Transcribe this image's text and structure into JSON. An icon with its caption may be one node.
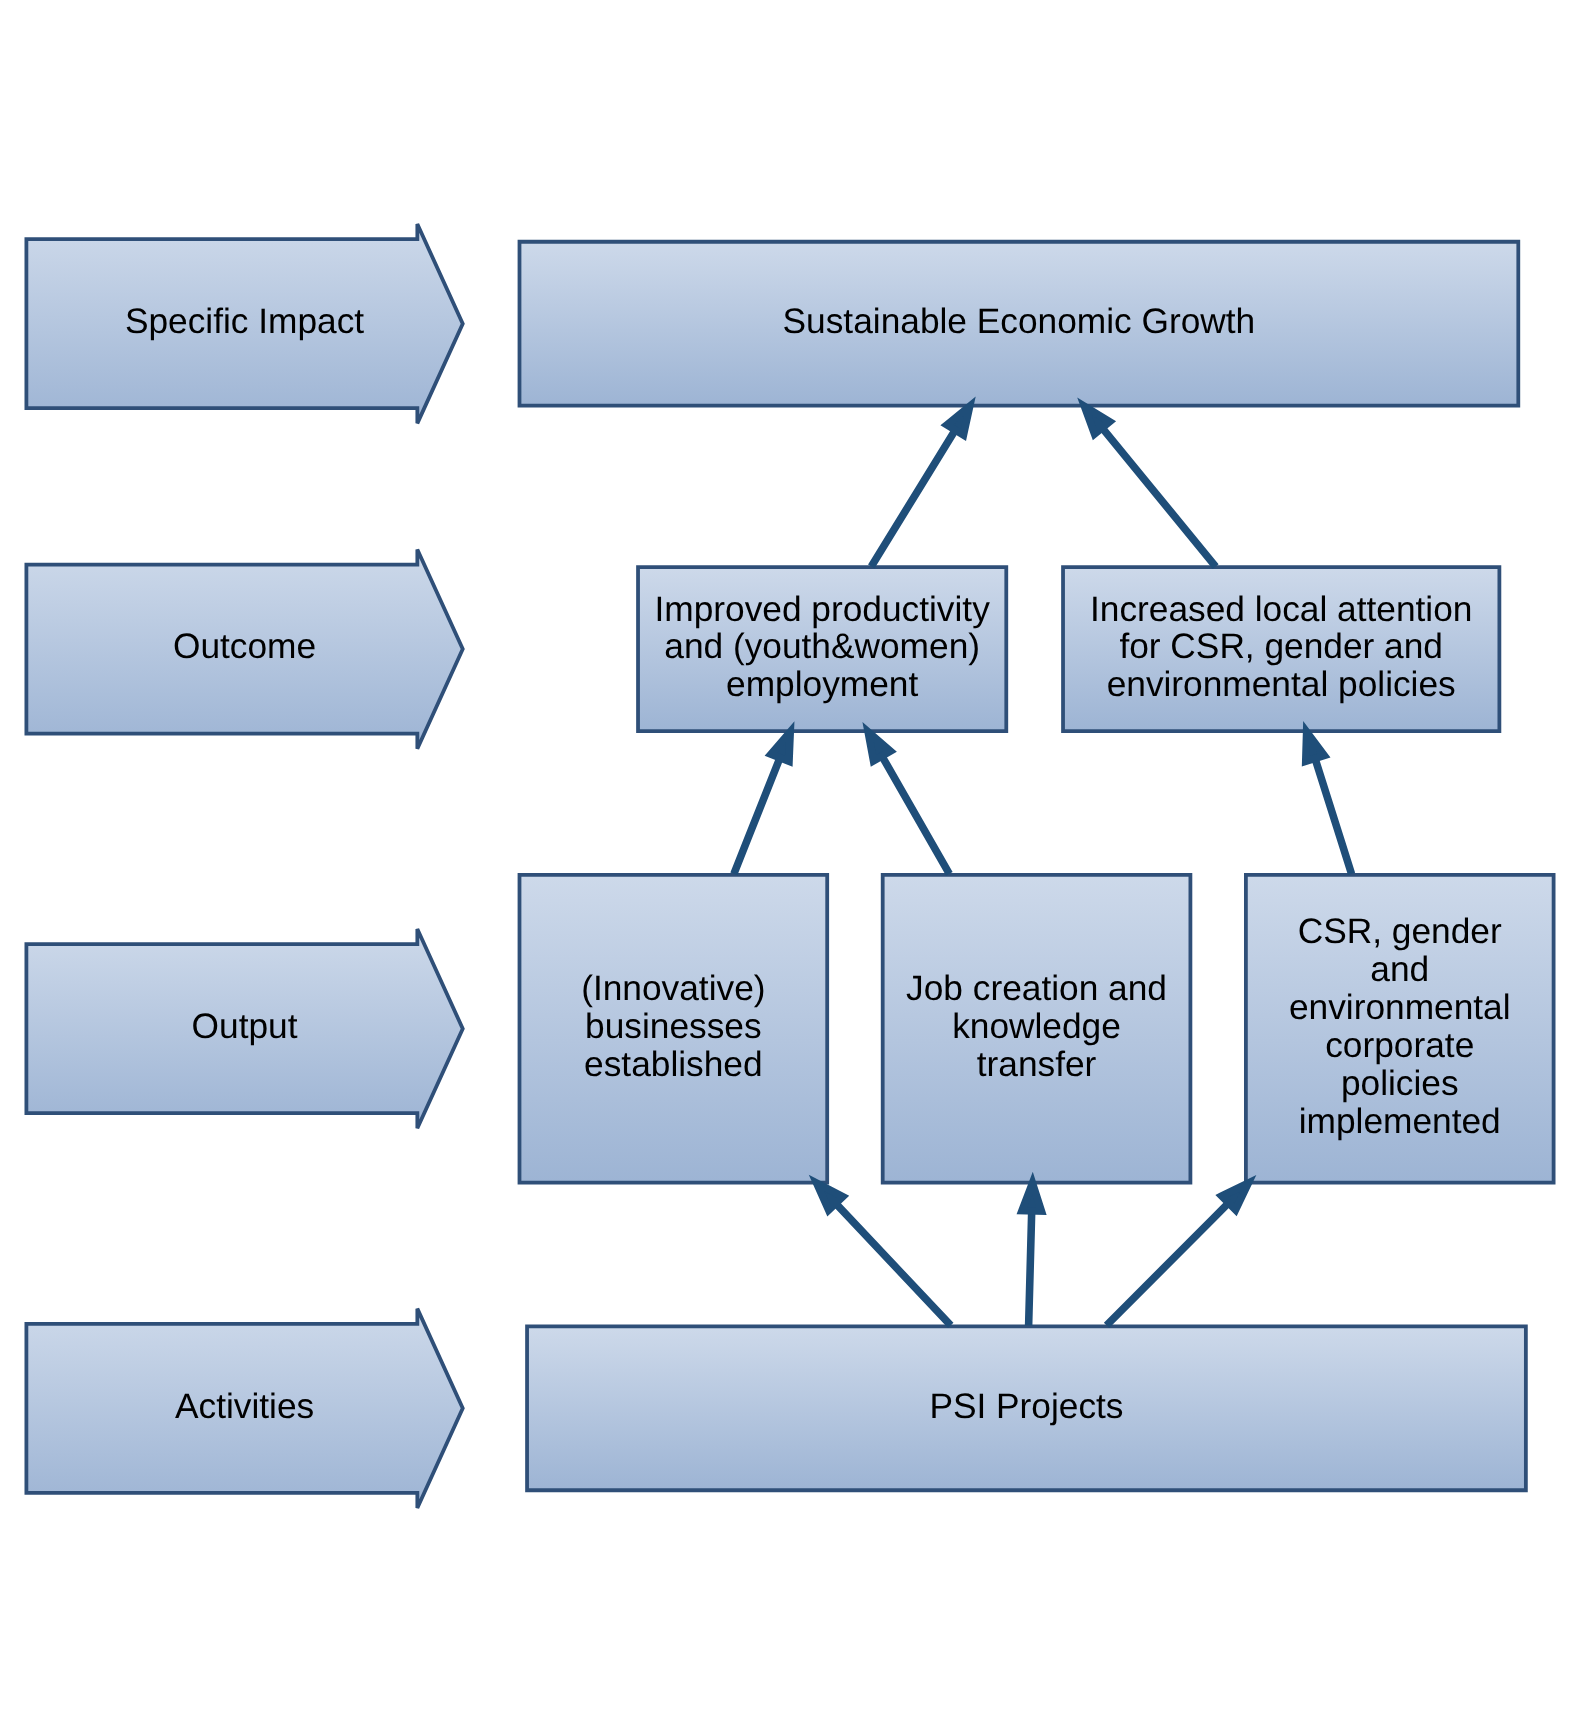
{
  "diagram": {
    "nodes": [
      {
        "text": [
          "Specific Impact"
        ]
      },
      {
        "text": [
          "Sustainable Economic Growth"
        ]
      },
      {
        "text": [
          "Outcome"
        ]
      },
      {
        "text": [
          "Improved productivity and (youth&women) employment"
        ]
      },
      {
        "text": [
          "Increased local attention for CSR, gender and environmental policies"
        ]
      },
      {
        "text": [
          "Output"
        ]
      },
      {
        "text": [
          "(Innovative) businesses established"
        ]
      },
      {
        "text": [
          "Job creation and knowledge transfer"
        ]
      },
      {
        "text": [
          "CSR, gender and environmental corporate policies implemented"
        ]
      },
      {
        "text": [
          "Activities"
        ]
      },
      {
        "text": [
          "PSI Projects"
        ]
      }
    ],
    "edges": [
      {
        "from": 10,
        "to": 6,
        "arrow": "to"
      },
      {
        "from": 10,
        "to": 7,
        "arrow": "to"
      },
      {
        "from": 10,
        "to": 8,
        "arrow": "to"
      },
      {
        "from": 6,
        "to": 3,
        "arrow": "to"
      },
      {
        "from": 7,
        "to": 3,
        "arrow": "to"
      },
      {
        "from": 8,
        "to": 4,
        "arrow": "to"
      },
      {
        "from": 3,
        "to": 1,
        "arrow": "to"
      },
      {
        "from": 4,
        "to": 1,
        "arrow": "to"
      }
    ]
  }
}
